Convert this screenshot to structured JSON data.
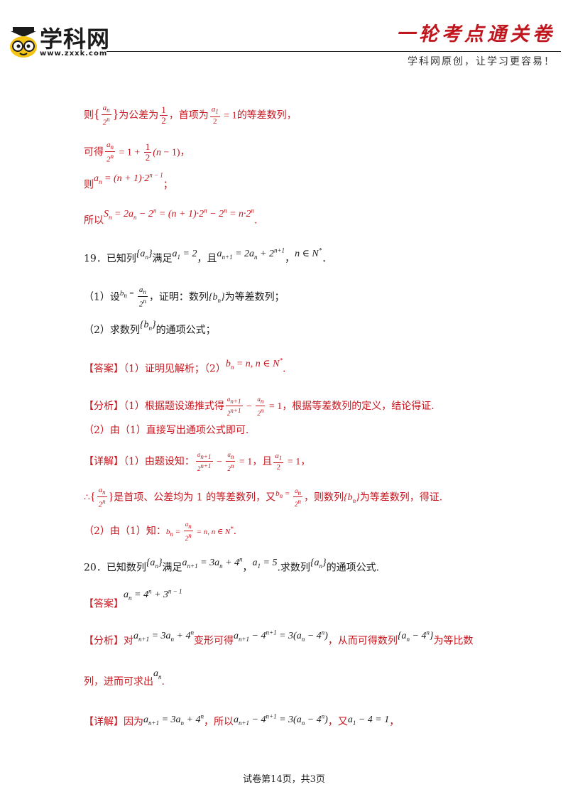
{
  "header": {
    "logo_text": "学科网",
    "logo_url": "www.zxxk.com",
    "title": "一轮考点通关卷",
    "slogan": "学科网原创，让学习更容易！"
  },
  "lines": {
    "l1_a": "则",
    "l1_b": "为公差为",
    "l1_c": "，首项为",
    "l1_d": "的等差数列，",
    "l2_a": "可得",
    "l2_b": "，",
    "l3_a": "则",
    "l3_b": "；",
    "l4_a": "所以",
    "l4_b": "."
  },
  "q19": {
    "stem_a": "19．已知列",
    "stem_b": "满足",
    "stem_c": "，且",
    "stem_d": "，",
    "stem_e": "．",
    "p1_a": "（1）设",
    "p1_b": "，证明：数列",
    "p1_c": "为等差数列；",
    "p2_a": "（2）求数列",
    "p2_b": "的通项公式；",
    "answer_tag": "【答案】",
    "answer_a": "（1）证明见解析；（2）",
    "answer_b": ".",
    "analysis_tag": "【分析】",
    "analysis_a": "（1）根据题设递推式得",
    "analysis_b": "，根据等差数列的定义，结论得证.",
    "analysis_2": "（2）由（1）直接写出通项公式即可.",
    "detail_tag": "【详解】",
    "detail_a": "（1）由题设知：",
    "detail_b": "，且",
    "detail_c": "，",
    "therefore_a": "∴",
    "therefore_b": "是首项、公差均为 1 的等差数列，又",
    "therefore_c": "，则数列",
    "therefore_d": "为等差数列，得证.",
    "detail2_a": "（2）由（1）知：",
    "detail2_b": "."
  },
  "q20": {
    "stem_a": "20．已知数列",
    "stem_b": "满足",
    "stem_c": "，",
    "stem_d": ".求数列",
    "stem_e": "的通项公式.",
    "answer_tag": "【答案】",
    "analysis_tag": "【分析】",
    "analysis_a": "对",
    "analysis_b": "变形可得",
    "analysis_c": "，从而可得数列",
    "analysis_d": "为等比数",
    "analysis_e": "列，进而可求出",
    "analysis_f": ".",
    "detail_tag": "【详解】",
    "detail_a": "因为",
    "detail_b": "，所以",
    "detail_c": "，又",
    "detail_d": "，"
  },
  "footer": {
    "text": "试卷第14页，共3页"
  },
  "colors": {
    "red": "#c8141c",
    "text": "#1a1a1a"
  }
}
